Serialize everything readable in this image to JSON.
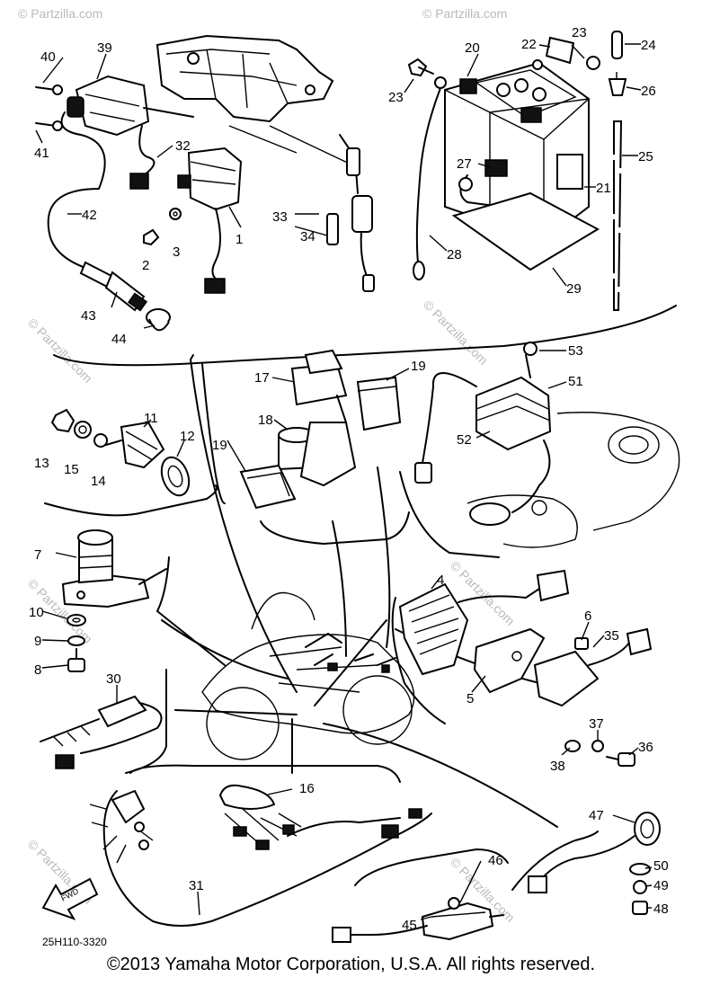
{
  "diagram_code": "25H110-3320",
  "fwd_label": "FWD",
  "copyright": "©2013  Yamaha Motor Corporation, U.S.A. All rights reserved.",
  "watermark": "© Partzilla.com",
  "callouts": [
    "1",
    "2",
    "3",
    "4",
    "5",
    "6",
    "7",
    "8",
    "9",
    "10",
    "11",
    "12",
    "13",
    "14",
    "15",
    "16",
    "17",
    "18",
    "19",
    "19",
    "20",
    "21",
    "22",
    "23",
    "23",
    "24",
    "25",
    "26",
    "27",
    "28",
    "29",
    "30",
    "31",
    "32",
    "33",
    "34",
    "35",
    "36",
    "37",
    "38",
    "39",
    "40",
    "41",
    "42",
    "43",
    "44",
    "45",
    "46",
    "47",
    "48",
    "49",
    "50",
    "51",
    "52",
    "53"
  ]
}
